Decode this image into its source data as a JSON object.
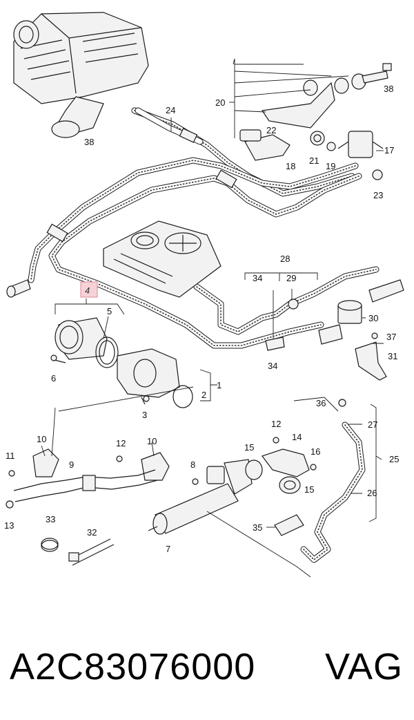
{
  "footer": {
    "part_number": "A2C83076000",
    "brand": "VAG"
  },
  "highlighted_callout": "4",
  "callouts": {
    "c1": "1",
    "c2": "2",
    "c3": "3",
    "c4": "4",
    "c5": "5",
    "c6": "6",
    "c7": "7",
    "c8": "8",
    "c9": "9",
    "c10a": "10",
    "c10b": "10",
    "c11": "11",
    "c12a": "12",
    "c12b": "12",
    "c13": "13",
    "c14": "14",
    "c15a": "15",
    "c15b": "15",
    "c16": "16",
    "c17": "17",
    "c18": "18",
    "c19": "19",
    "c20": "20",
    "c21": "21",
    "c22": "22",
    "c23": "23",
    "c24": "24",
    "c25": "25",
    "c26": "26",
    "c27": "27",
    "c28": "28",
    "c29": "29",
    "c30": "30",
    "c31": "31",
    "c32": "32",
    "c33": "33",
    "c34a": "34",
    "c34b": "34",
    "c35": "35",
    "c36": "36",
    "c37": "37",
    "c38a": "38",
    "c38b": "38"
  }
}
